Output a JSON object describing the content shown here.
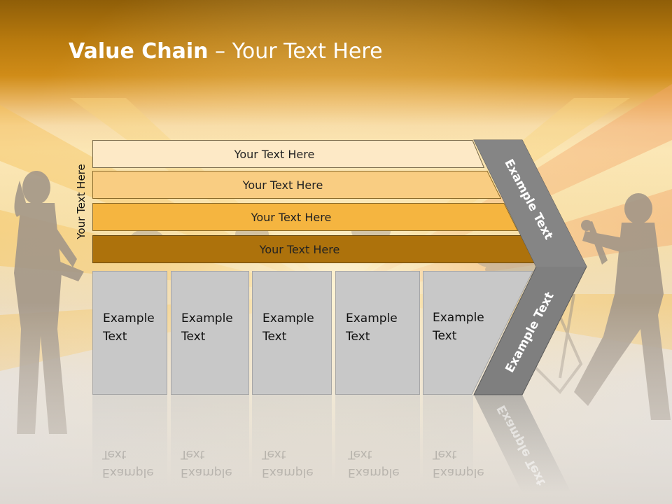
{
  "slide": {
    "title_bold": "Value Chain",
    "title_rest": " – Your Text Here",
    "side_label": "Your Text Here",
    "bars": [
      {
        "label": "Your Text Here",
        "color": "#fde9c6"
      },
      {
        "label": "Your Text Here",
        "color": "#f9cd82"
      },
      {
        "label": "Your Text Here",
        "color": "#f5b540"
      },
      {
        "label": "Your Text Here",
        "color": "#ad720c"
      }
    ],
    "boxes": [
      {
        "text": "Example\nText"
      },
      {
        "text": "Example\nText"
      },
      {
        "text": "Example\nText"
      },
      {
        "text": "Example\nText"
      },
      {
        "text": "Example\nText"
      }
    ],
    "chevron": {
      "top_label": "Example Text",
      "bottom_label": "Example Text",
      "color": "#7f7f7f"
    },
    "colors": {
      "header_dark": "#8f5e08",
      "header_mid": "#d08c18",
      "box_fill": "#c8c8c8",
      "silhouette": "#9a8e80"
    }
  }
}
